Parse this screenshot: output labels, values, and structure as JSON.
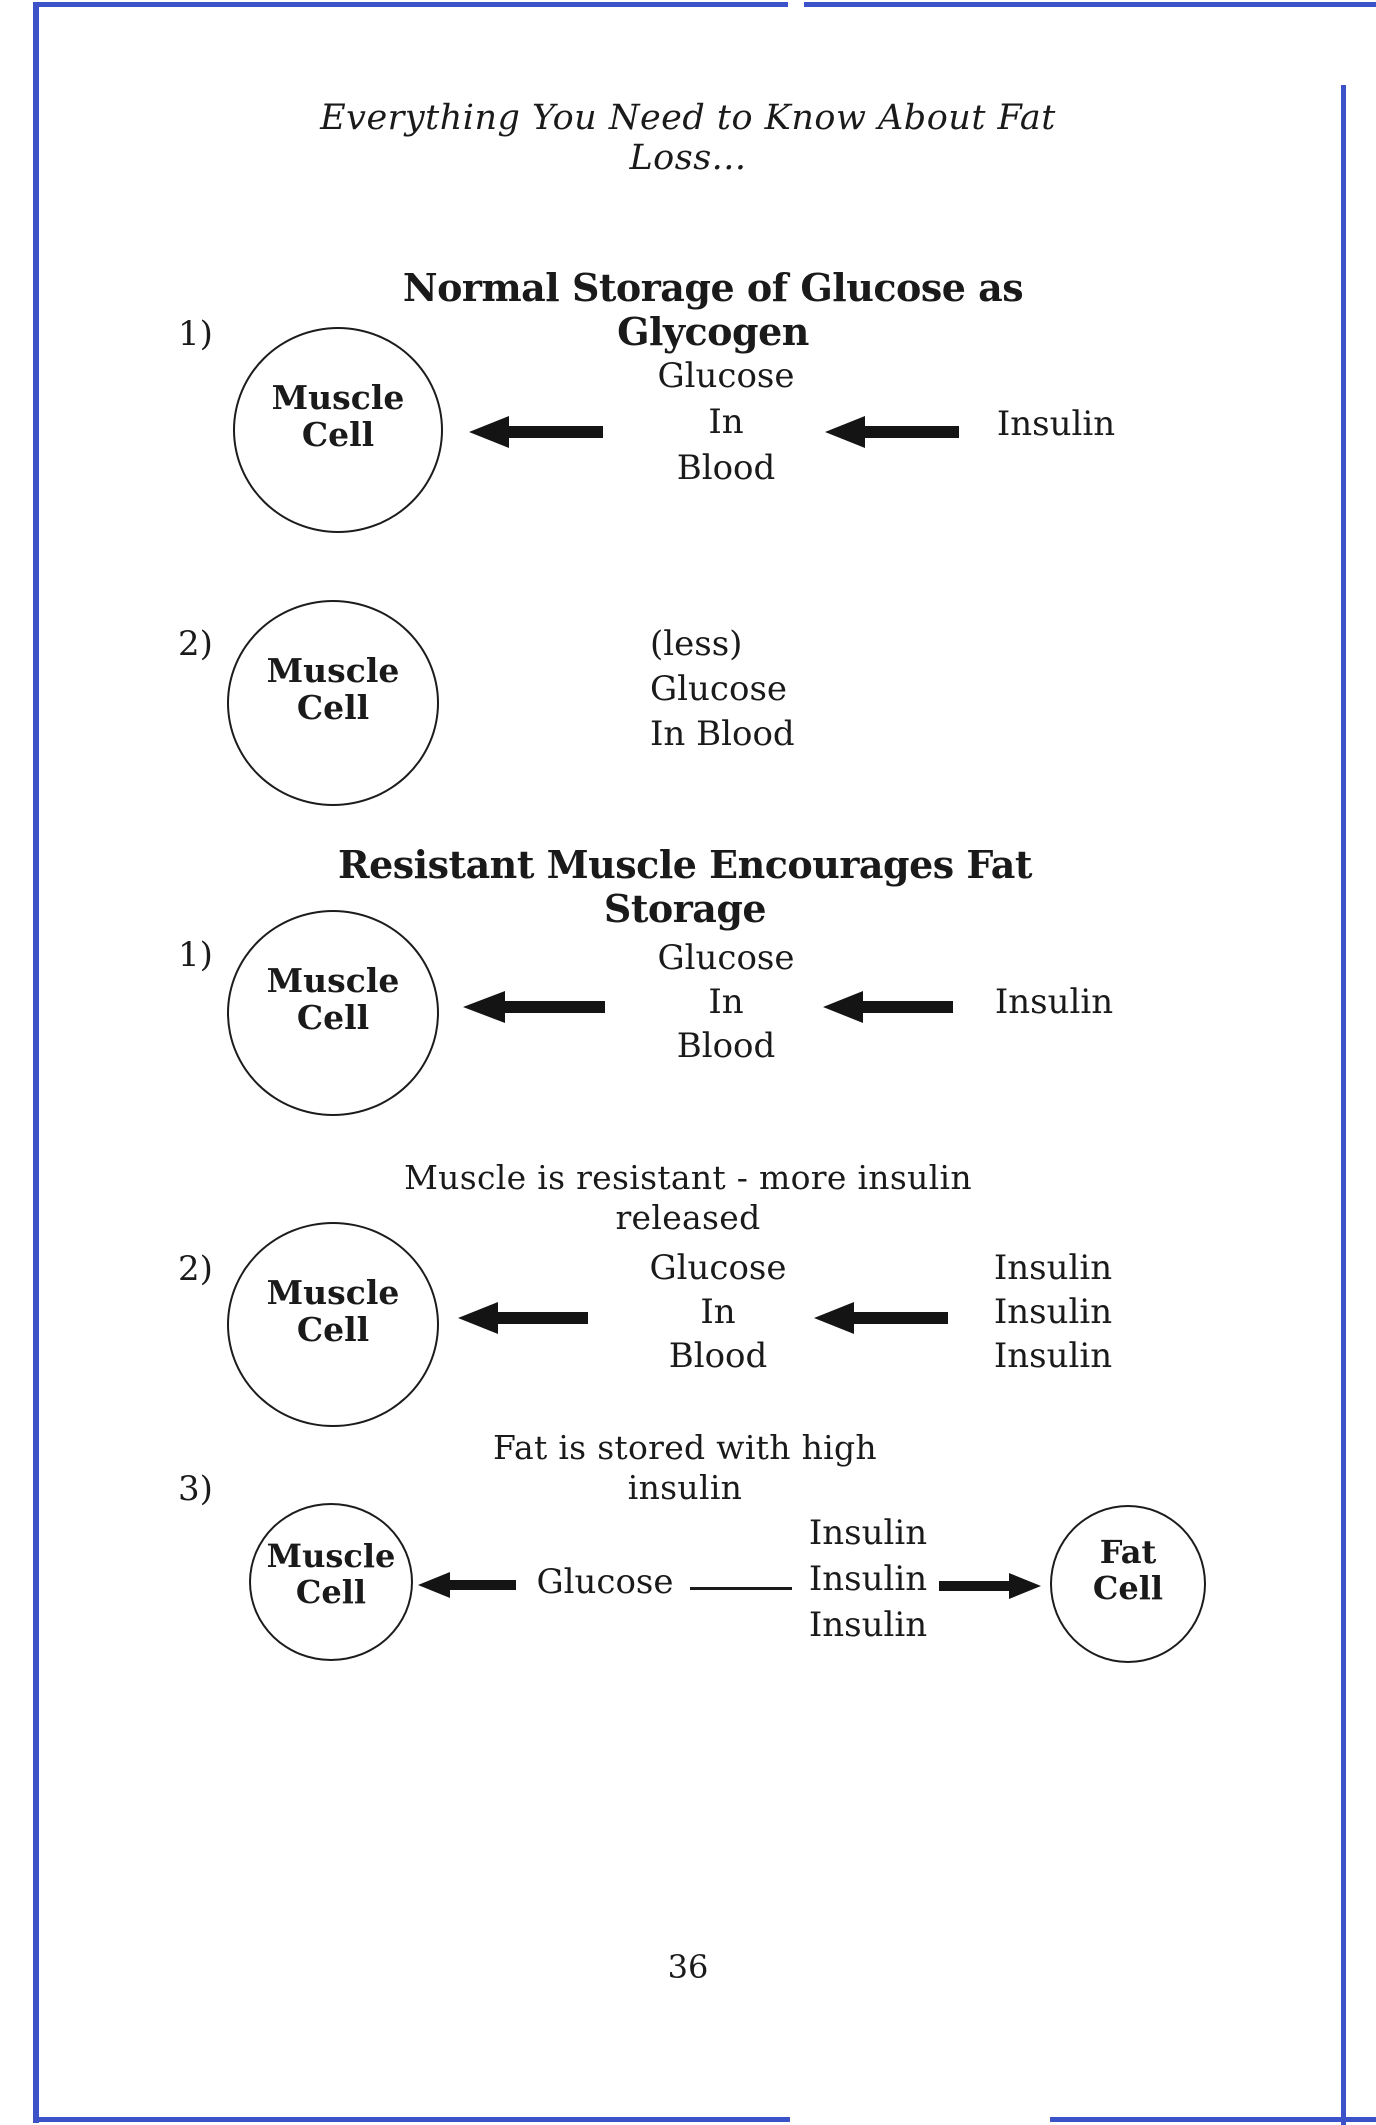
{
  "header": {
    "title": "Everything You Need to Know About Fat Loss..."
  },
  "normal_section": {
    "title": "Normal Storage of Glucose as Glycogen",
    "step1": {
      "number": "1)",
      "muscle_cell": [
        "Muscle",
        "Cell"
      ],
      "glucose": [
        "Glucose",
        "In",
        "Blood"
      ],
      "insulin": "Insulin"
    },
    "step2": {
      "number": "2)",
      "muscle_cell": [
        "Muscle",
        "Cell"
      ],
      "less_glucose": [
        "(less)",
        "Glucose",
        "In Blood"
      ]
    }
  },
  "resistant_section": {
    "title": "Resistant Muscle Encourages Fat Storage",
    "step1": {
      "number": "1)",
      "muscle_cell": [
        "Muscle",
        "Cell"
      ],
      "glucose": [
        "Glucose",
        "In",
        "Blood"
      ],
      "insulin": "Insulin"
    },
    "note_resistant": "Muscle is resistant - more insulin released",
    "step2": {
      "number": "2)",
      "muscle_cell": [
        "Muscle",
        "Cell"
      ],
      "glucose": [
        "Glucose",
        "In",
        "Blood"
      ],
      "insulin": [
        "Insulin",
        "Insulin",
        "Insulin"
      ]
    },
    "note_fat": "Fat is stored with high insulin",
    "step3": {
      "number": "3)",
      "muscle_cell": [
        "Muscle",
        "Cell"
      ],
      "glucose": "Glucose",
      "insulin": [
        "Insulin",
        "Insulin",
        "Insulin"
      ],
      "fat_cell": [
        "Fat",
        "Cell"
      ]
    }
  },
  "footer": {
    "page_number": "36"
  },
  "colors": {
    "ink": "#1a1a1a",
    "scan_edge": "#3b52c9"
  }
}
